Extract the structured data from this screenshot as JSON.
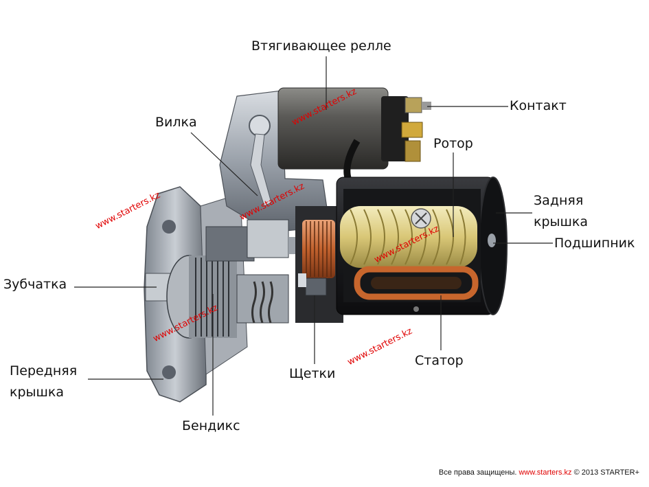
{
  "labels": {
    "solenoid": "Втягивающее релле",
    "contact": "Контакт",
    "fork": "Вилка",
    "rotor": "Ротор",
    "rear_cover_line1": "Задняя",
    "rear_cover_line2": "крышка",
    "bearing": "Подшипник",
    "pinion": "Зубчатка",
    "front_cover_line1": "Передняя",
    "front_cover_line2": "крышка",
    "brushes": "Щетки",
    "stator": "Статор",
    "bendix": "Бендикс"
  },
  "watermark": "www.starters.kz",
  "footer": {
    "rights": "Все права защищены.",
    "site": "www.starters.kz",
    "copyright": "© 2013  STARTER+"
  },
  "colors": {
    "watermark": "#e00000",
    "text": "#111111",
    "housing_dark": "#1c1c1e",
    "copper": "#c8672e",
    "winding": "#e2d27a"
  }
}
